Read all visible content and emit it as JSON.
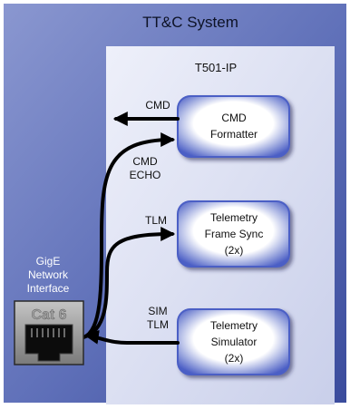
{
  "system": {
    "title": "TT&C System"
  },
  "device": {
    "title": "T501-IP"
  },
  "blocks": [
    {
      "id": "cmd",
      "lines": [
        "CMD",
        "Formatter"
      ]
    },
    {
      "id": "tfs",
      "lines": [
        "Telemetry",
        "Frame Sync",
        "(2x)"
      ]
    },
    {
      "id": "tsim",
      "lines": [
        "Telemetry",
        "Simulator",
        "(2x)"
      ]
    }
  ],
  "signals": {
    "cmd": "CMD",
    "cmd_echo": [
      "CMD",
      "ECHO"
    ],
    "tlm": "TLM",
    "sim_tlm": [
      "SIM",
      "TLM"
    ]
  },
  "network": {
    "label": [
      "GigE",
      "Network",
      "Interface"
    ],
    "port_text": "Cat 6"
  },
  "colors": {
    "system_bg": "#5e6fb8",
    "device_bg": "#dfe3f4",
    "block_fill": "#5366c9",
    "arrow": "#000000"
  }
}
